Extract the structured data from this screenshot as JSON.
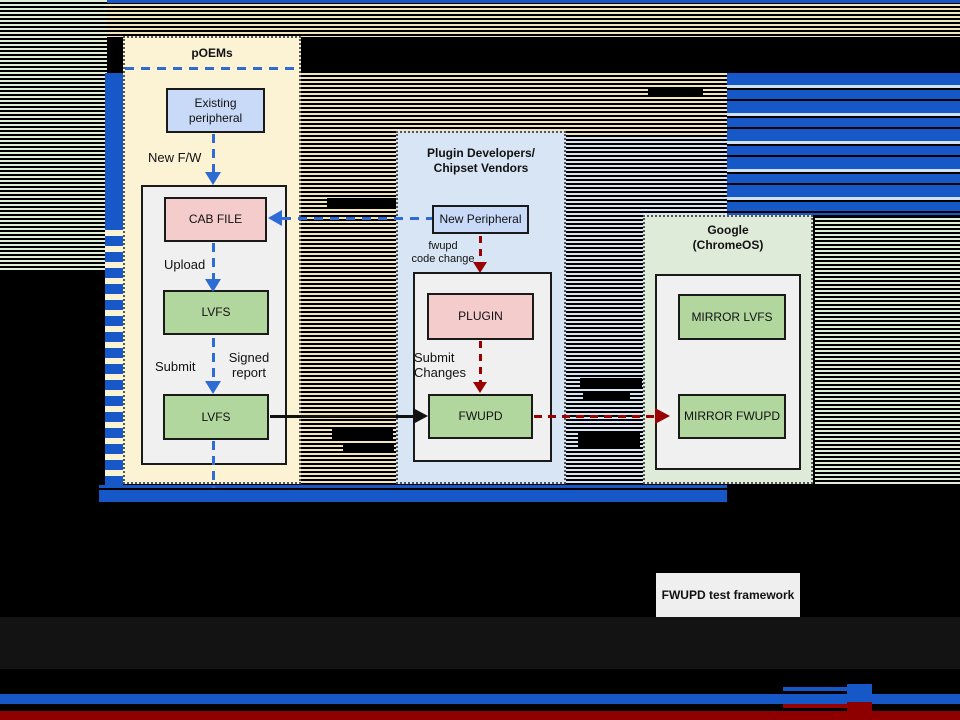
{
  "colors": {
    "accent_blue_dashed": "#2e6bd4",
    "glitch_bar_blue": "#1658c8",
    "dark_red_dashed": "#990000",
    "glitch_bar_red": "#8e0000",
    "poems_fill": "#fcf3d5",
    "plugin_zone_fill": "#d8e5f5",
    "google_zone_fill": "#deebd9",
    "box_blue": "#c9daf8",
    "box_pink": "#f4cccc",
    "box_green": "#b1d69e",
    "panel_gray": "#f0f0f0"
  },
  "diagram": {
    "poems": {
      "title": "pOEMs",
      "existing_peripheral": "Existing\nperipheral",
      "new_fw": "New F/W",
      "cab_file": "CAB FILE",
      "upload": "Upload",
      "lvfs_upper": "LVFS",
      "submit": "Submit",
      "signed_report": "Signed\nreport",
      "lvfs_lower": "LVFS"
    },
    "plugin_devs": {
      "title": "Plugin Developers/\nChipset Vendors",
      "new_peripheral": "New Peripheral",
      "fwupd_code_change": "fwupd\ncode change",
      "plugin": "PLUGIN",
      "submit_changes": "Submit\nChanges",
      "fwupd": "FWUPD"
    },
    "google": {
      "title": "Google\n(ChromeOS)",
      "mirror_lvfs": "MIRROR LVFS",
      "mirror_fwupd": "MIRROR FWUPD"
    },
    "test_framework": "FWUPD test framework"
  }
}
